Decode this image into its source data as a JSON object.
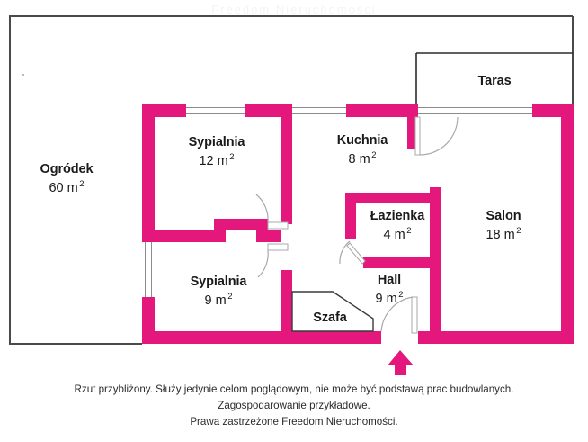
{
  "document": {
    "type": "floor-plan",
    "watermark": "Freedom Nieruchomości",
    "colors": {
      "wall": "#E4187C",
      "outline": "#4a4a4a",
      "door_line": "#8c8c8c",
      "text": "#1a1a1a"
    }
  },
  "rooms": [
    {
      "key": "ogrodek",
      "name": "Ogródek",
      "area": "60 m",
      "area_sup": "2"
    },
    {
      "key": "taras",
      "name": "Taras",
      "area": "",
      "area_sup": ""
    },
    {
      "key": "sypialnia12",
      "name": "Sypialnia",
      "area": "12 m",
      "area_sup": "2"
    },
    {
      "key": "kuchnia",
      "name": "Kuchnia",
      "area": "8 m",
      "area_sup": "2"
    },
    {
      "key": "salon",
      "name": "Salon",
      "area": "18 m",
      "area_sup": "2"
    },
    {
      "key": "lazienka",
      "name": "Łazienka",
      "area": "4 m",
      "area_sup": "2"
    },
    {
      "key": "sypialnia9",
      "name": "Sypialnia",
      "area": "9 m",
      "area_sup": "2"
    },
    {
      "key": "hall",
      "name": "Hall",
      "area": "9 m",
      "area_sup": "2"
    },
    {
      "key": "szafa",
      "name": "Szafa",
      "area": "",
      "area_sup": ""
    }
  ],
  "disclaimer": {
    "line1": "Rzut przybliżony. Służy jedynie celom poglądowym, nie może być podstawą prac budowlanych.",
    "line2": "Zagospodarowanie przykładowe.",
    "line3": "Prawa zastrzeżone Freedom Nieruchomości."
  },
  "annotations": {
    "entrance_arrow": "entrance-direction-arrow"
  }
}
